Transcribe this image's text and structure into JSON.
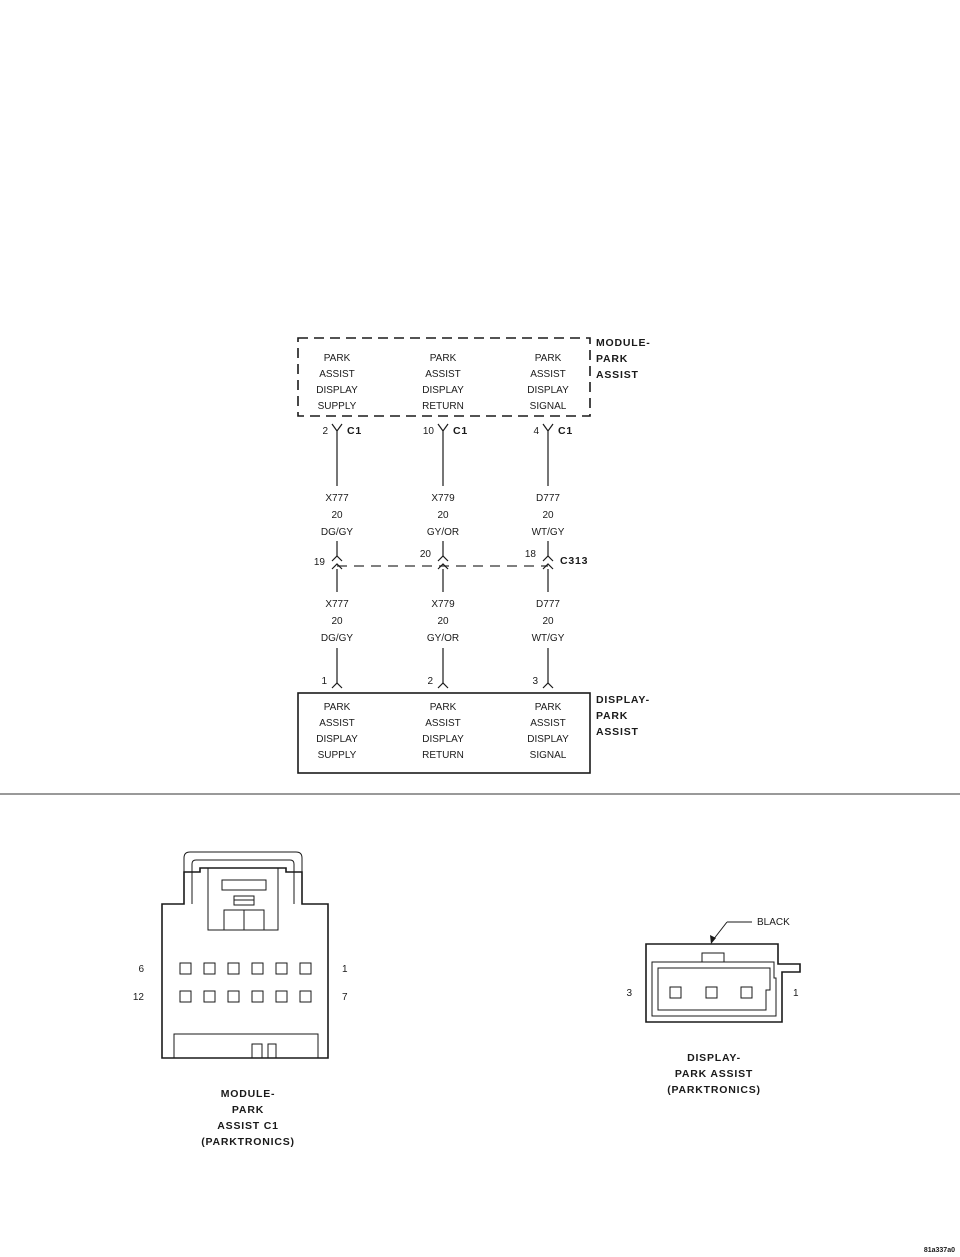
{
  "module": {
    "title": [
      "MODULE-",
      "PARK",
      "ASSIST"
    ],
    "functions": [
      [
        "PARK",
        "ASSIST",
        "DISPLAY",
        "SUPPLY"
      ],
      [
        "PARK",
        "ASSIST",
        "DISPLAY",
        "RETURN"
      ],
      [
        "PARK",
        "ASSIST",
        "DISPLAY",
        "SIGNAL"
      ]
    ],
    "connector": "C1",
    "pins": [
      "2",
      "10",
      "4"
    ]
  },
  "wires_upper": [
    [
      "X777",
      "20",
      "DG/GY"
    ],
    [
      "X779",
      "20",
      "GY/OR"
    ],
    [
      "D777",
      "20",
      "WT/GY"
    ]
  ],
  "inline": {
    "name": "C313",
    "pins": [
      "19",
      "20",
      "18"
    ]
  },
  "wires_lower": [
    [
      "X777",
      "20",
      "DG/GY"
    ],
    [
      "X779",
      "20",
      "GY/OR"
    ],
    [
      "D777",
      "20",
      "WT/GY"
    ]
  ],
  "display": {
    "title": [
      "DISPLAY-",
      "PARK",
      "ASSIST"
    ],
    "pins": [
      "1",
      "2",
      "3"
    ],
    "functions": [
      [
        "PARK",
        "ASSIST",
        "DISPLAY",
        "SUPPLY"
      ],
      [
        "PARK",
        "ASSIST",
        "DISPLAY",
        "RETURN"
      ],
      [
        "PARK",
        "ASSIST",
        "DISPLAY",
        "SIGNAL"
      ]
    ]
  },
  "c1_face": {
    "pin_labels": {
      "top_left": "6",
      "top_right": "1",
      "bottom_left": "12",
      "bottom_right": "7"
    },
    "caption": [
      "MODULE-",
      "PARK",
      "ASSIST C1",
      "(PARKTRONICS)"
    ]
  },
  "display_face": {
    "color_label": "BLACK",
    "pin_labels": {
      "left": "3",
      "right": "1"
    },
    "caption": [
      "DISPLAY-",
      "PARK ASSIST",
      "(PARKTRONICS)"
    ]
  },
  "figure_id": "81a337a0"
}
